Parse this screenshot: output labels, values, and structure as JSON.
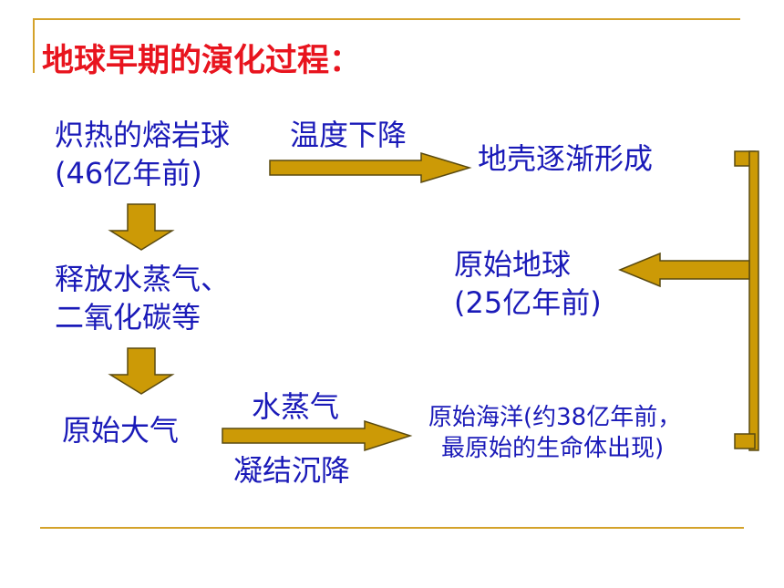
{
  "title": "地球早期的演化过程：",
  "nodes": {
    "lava_ball_line1": "炽热的熔岩球",
    "lava_ball_line2": "(46亿年前)",
    "crust": "地壳逐渐形成",
    "release_line1": "释放水蒸气、",
    "release_line2": "二氧化碳等",
    "primitive_earth_line1": "原始地球",
    "primitive_earth_line2": "(25亿年前)",
    "atmosphere": "原始大气",
    "ocean_line1": "原始海洋(约38亿年前，",
    "ocean_line2": "最原始的生命体出现)"
  },
  "arrow_labels": {
    "temperature_drop": "温度下降",
    "water_vapor": "水蒸气",
    "condensation": "凝结沉降"
  },
  "colors": {
    "title": "#e8141e",
    "text": "#1a1ab8",
    "arrow_fill": "#cc9a06",
    "arrow_stroke": "#5a4a10",
    "rule": "#d4a22a"
  }
}
